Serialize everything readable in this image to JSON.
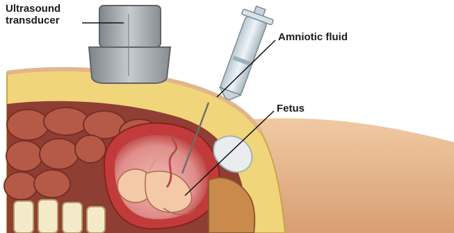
{
  "labels": {
    "ultrasound_line1": "Ultrasound",
    "ultrasound_line2": "transducer",
    "amniotic_fluid": "Amniotic fluid",
    "fetus": "Fetus"
  },
  "colors": {
    "skin": "#e8b98f",
    "fat_layer": "#f2d77a",
    "intestine": "#b65a48",
    "uterus": "#c23b3b",
    "amniotic": "#e9a3a0",
    "probe": "#a3a9ad",
    "syringe": "#d7e3ea",
    "leader": "#111111"
  }
}
